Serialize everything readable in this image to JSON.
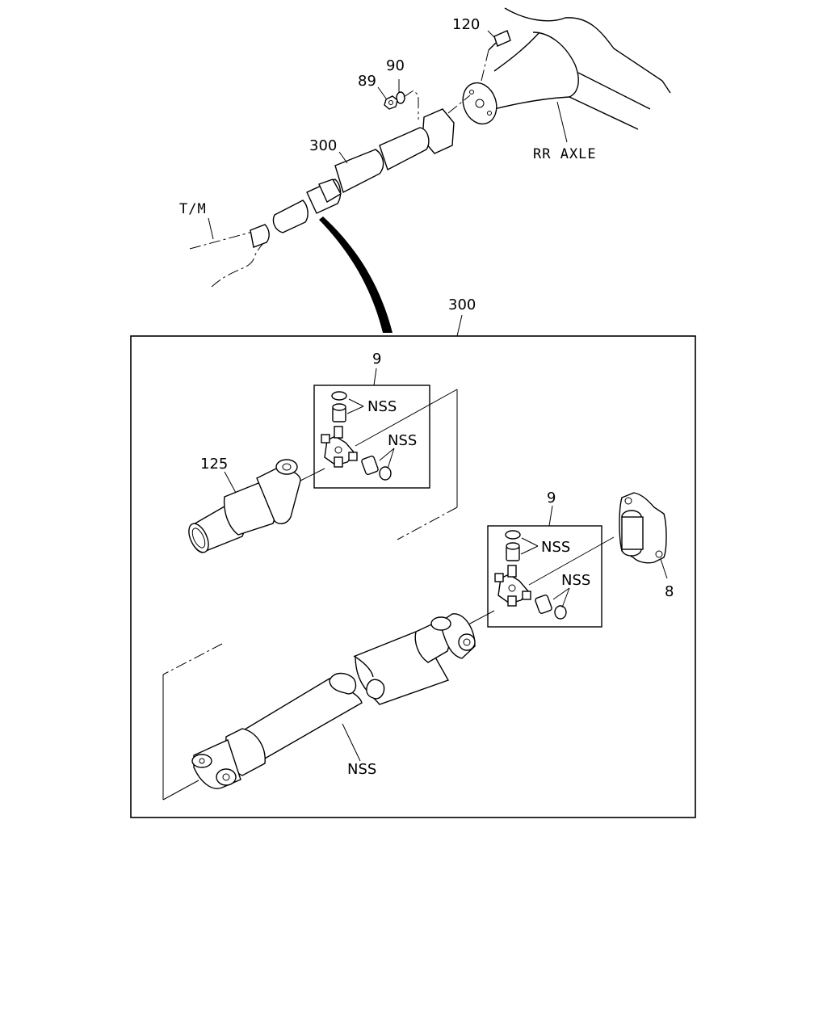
{
  "callouts": {
    "p120": "120",
    "p90": "90",
    "p89": "89",
    "rr_axle": "RR AXLE",
    "p300_top": "300",
    "tm": "T/M",
    "p300_box": "300",
    "p9_upper": "9",
    "nss_upper_a": "NSS",
    "nss_upper_b": "NSS",
    "p125": "125",
    "p9_lower": "9",
    "nss_lower_a": "NSS",
    "nss_lower_b": "NSS",
    "p8": "8",
    "nss_tube": "NSS"
  }
}
